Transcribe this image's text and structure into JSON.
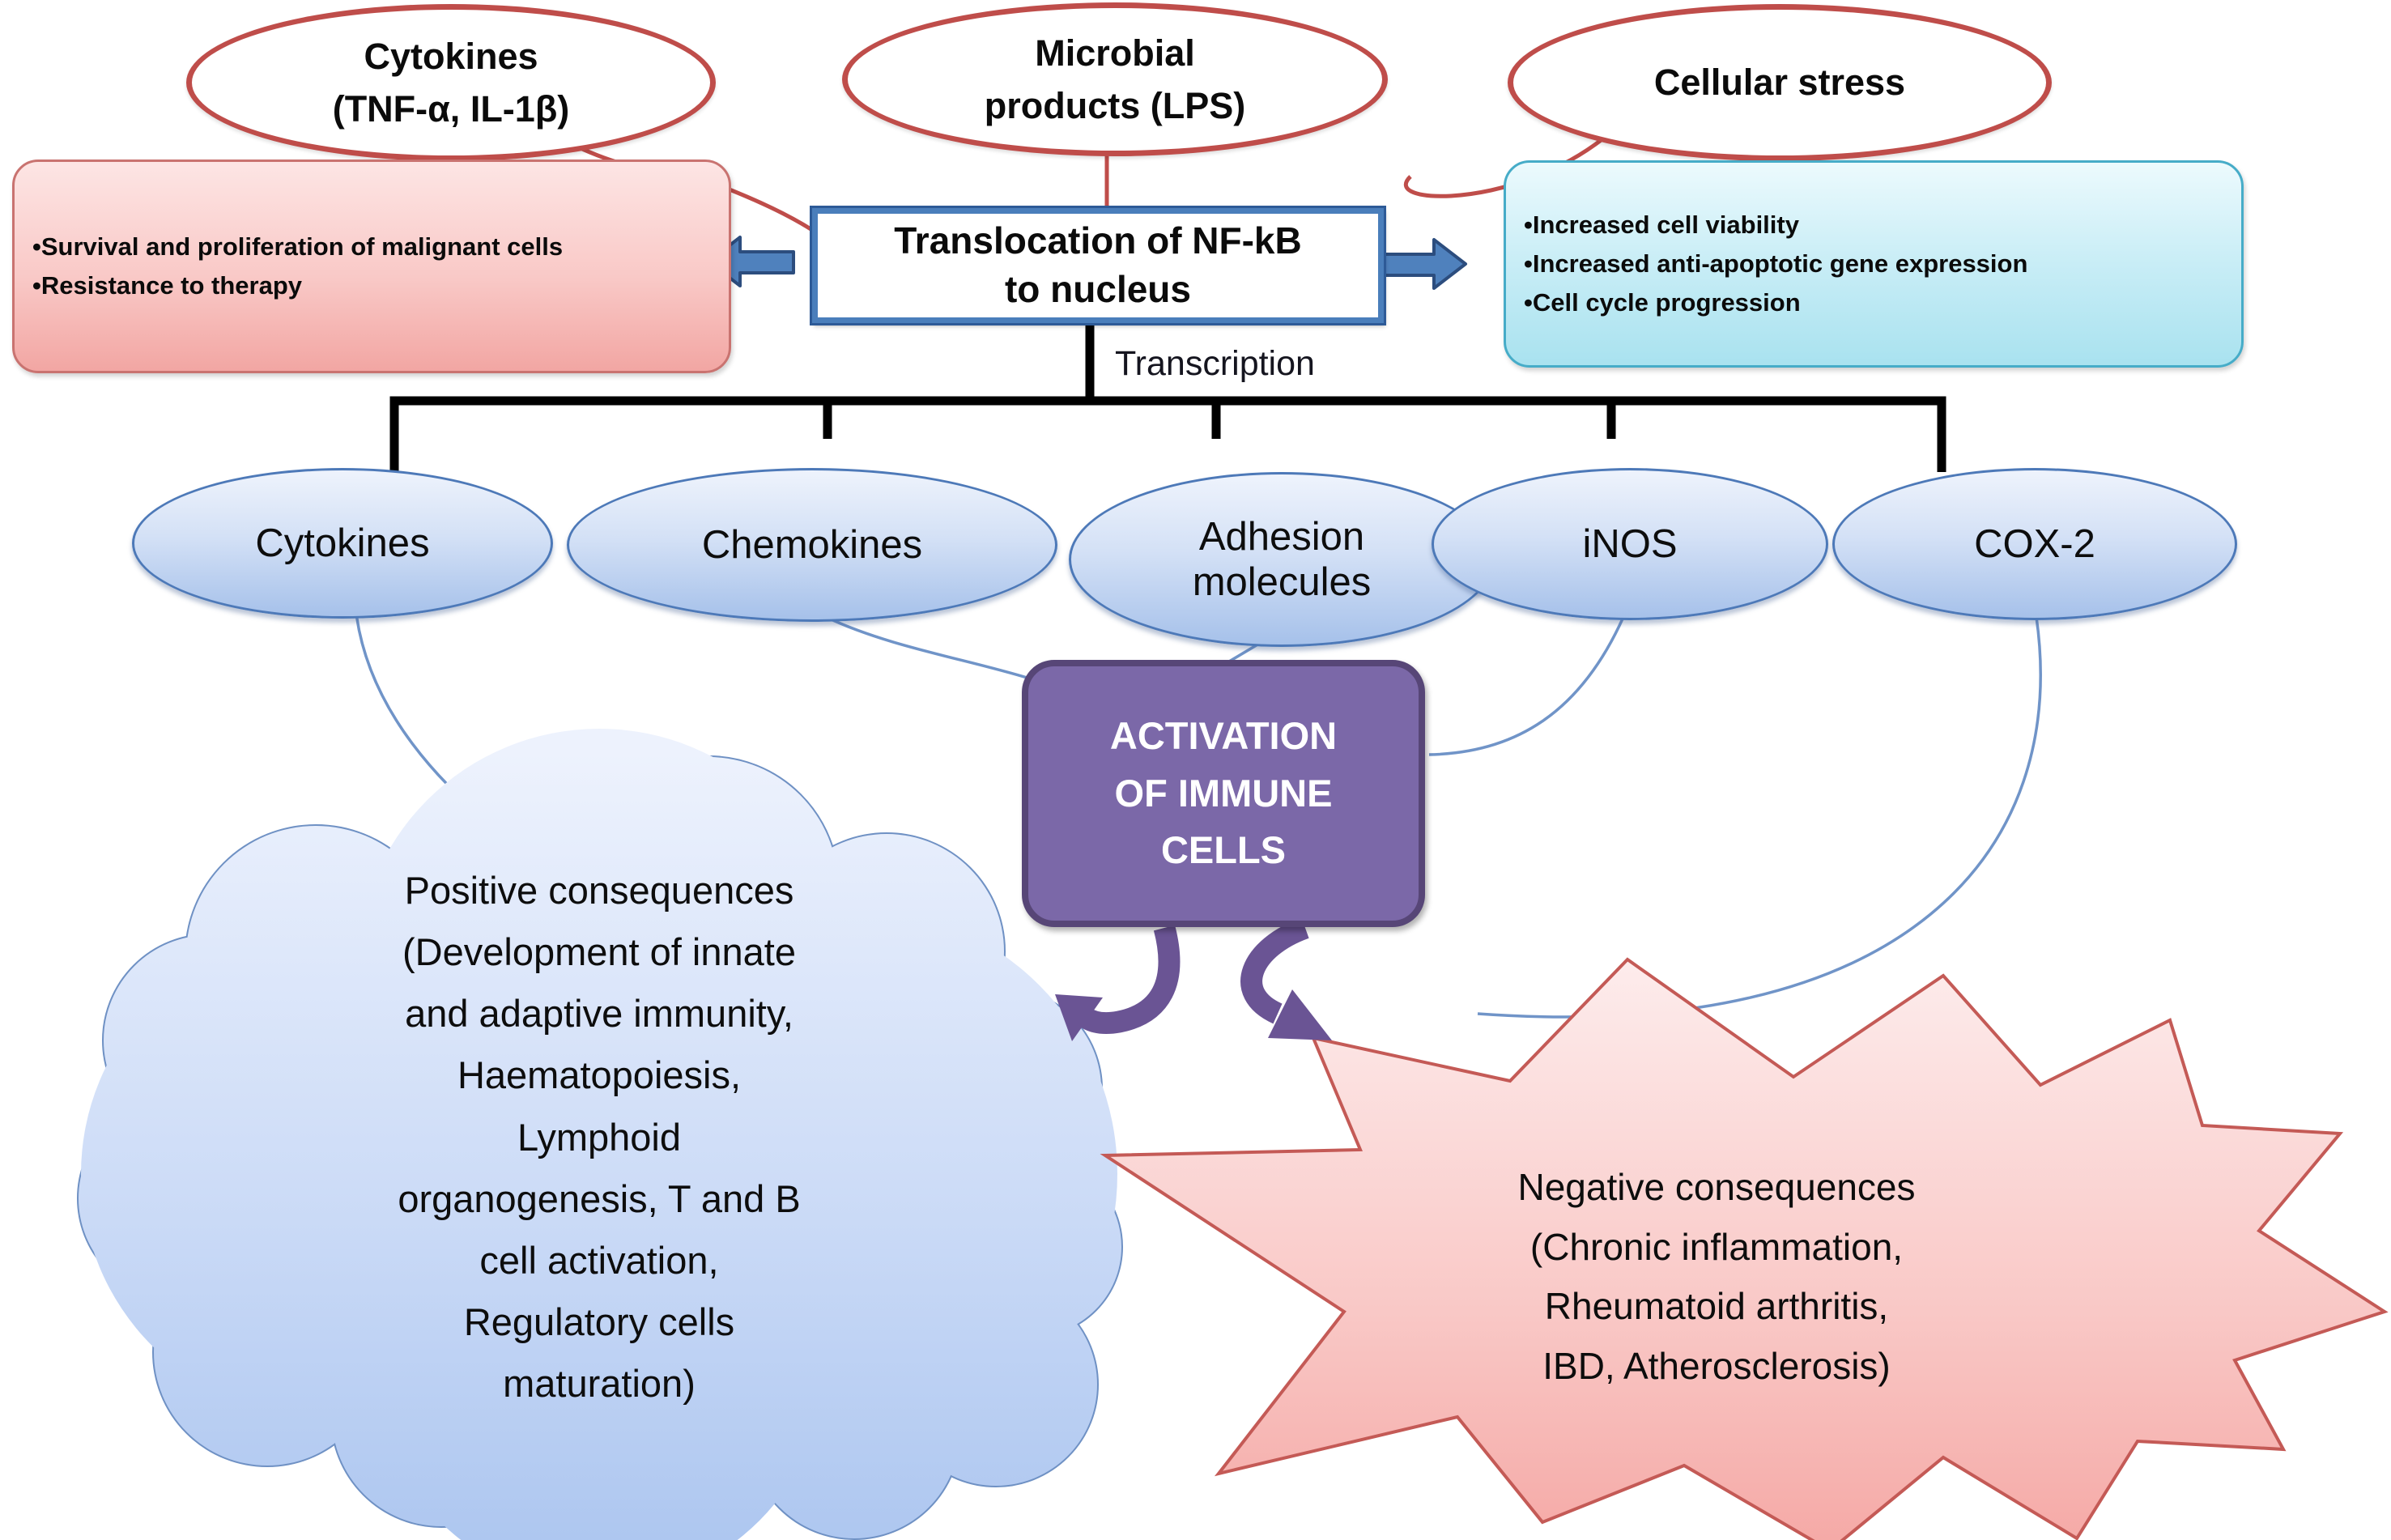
{
  "title": "NF-kB signalling diagram",
  "top_ovals": [
    {
      "label": "Cytokines\n(TNF-α, IL-1β)"
    },
    {
      "label": "Microbial\nproducts (LPS)"
    },
    {
      "label": "Cellular stress"
    }
  ],
  "left_box": {
    "text": "•Survival and proliferation of malignant cells\n•Resistance to therapy"
  },
  "right_box": {
    "text": "•Increased cell viability\n•Increased anti-apoptotic gene expression\n•Cell cycle progression"
  },
  "center_box": {
    "text": "Translocation of NF-kB\nto nucleus"
  },
  "transcription_label": "Transcription",
  "gene_ovals": [
    {
      "label": "Cytokines"
    },
    {
      "label": "Chemokines"
    },
    {
      "label": "Adhesion\nmolecules"
    },
    {
      "label": "iNOS"
    },
    {
      "label": "COX-2"
    }
  ],
  "activation_box": {
    "text": "ACTIVATION\nOF IMMUNE\nCELLS"
  },
  "positive_cloud": {
    "text": "Positive consequences\n(Development of innate\nand adaptive immunity,\nHaematopoiesis,\nLymphoid\norganogenesis, T and B\ncell activation,\nRegulatory cells\nmaturation)"
  },
  "negative_burst": {
    "text": "Negative consequences\n(Chronic inflammation,\nRheumatoid arthritis,\nIBD, Atherosclerosis)"
  },
  "colors": {
    "red_outline": "#bf4d4a",
    "blue_accent": "#4f81bd",
    "blue_border": "#2d5a97",
    "purple_fill": "#7b68a8",
    "purple_border": "#574677",
    "purple_arrow": "#6a5494",
    "pink_fill": "#f2a6a3",
    "cyan_fill": "#a9e2ef",
    "cloud_fill": "#b4cbf2",
    "burst_fill": "#f5acaa",
    "connector_blue": "#7094c8",
    "line_black": "#000000"
  }
}
